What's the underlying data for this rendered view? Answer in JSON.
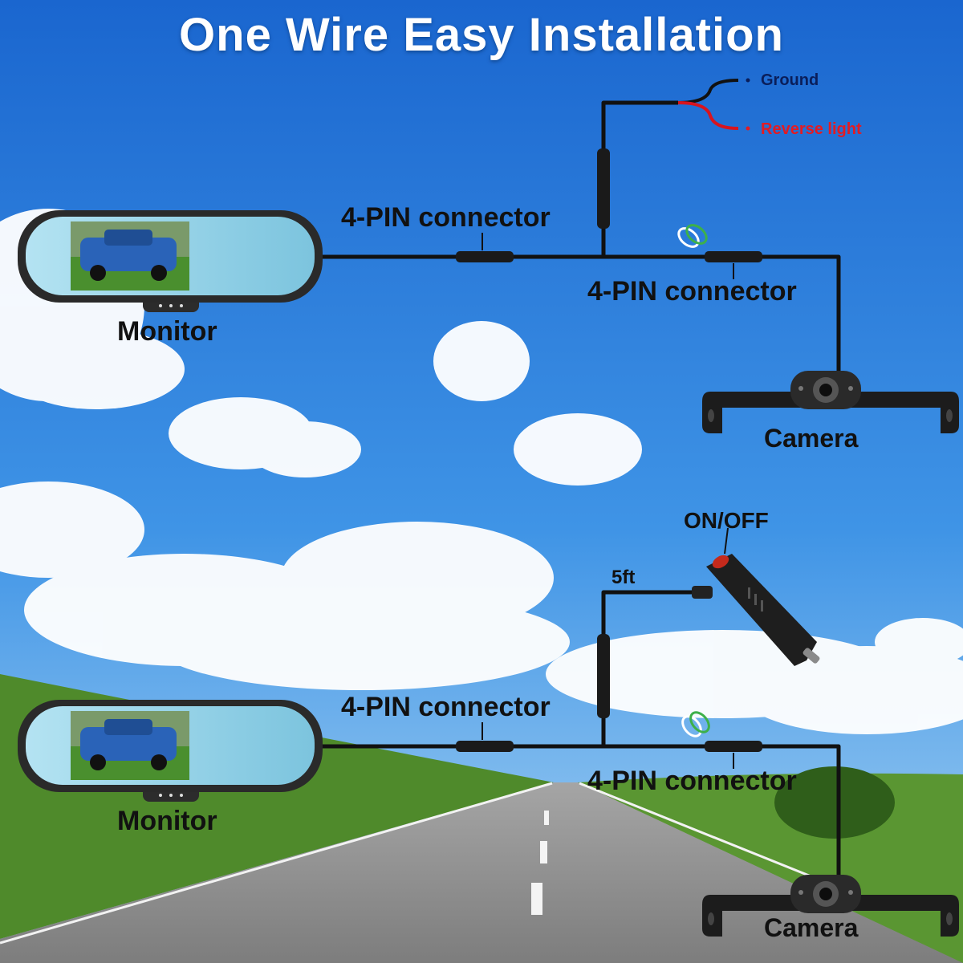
{
  "title": "One Wire Easy Installation",
  "top_diagram": {
    "ground_label": "Ground",
    "reverse_label": "Reverse light",
    "connector_left_label": "4-PIN connector",
    "connector_right_label": "4-PIN connector",
    "monitor_label": "Monitor",
    "camera_label": "Camera"
  },
  "bottom_diagram": {
    "switch_label": "ON/OFF",
    "cable_length_label": "5ft",
    "connector_left_label": "4-PIN connector",
    "connector_right_label": "4-PIN connector",
    "monitor_label": "Monitor",
    "camera_label": "Camera"
  },
  "colors": {
    "sky_top": "#1f6fd6",
    "sky_bottom": "#8cc3f0",
    "grass": "#4e8a2c",
    "road": "#9a9a9a",
    "wire": "#111111",
    "reverse_wire": "#d8141e",
    "ground_label": "#0a1e5a",
    "reverse_label": "#e31b23",
    "mirror_screen": "#9fd6ea",
    "truck": "#2a63b8"
  }
}
